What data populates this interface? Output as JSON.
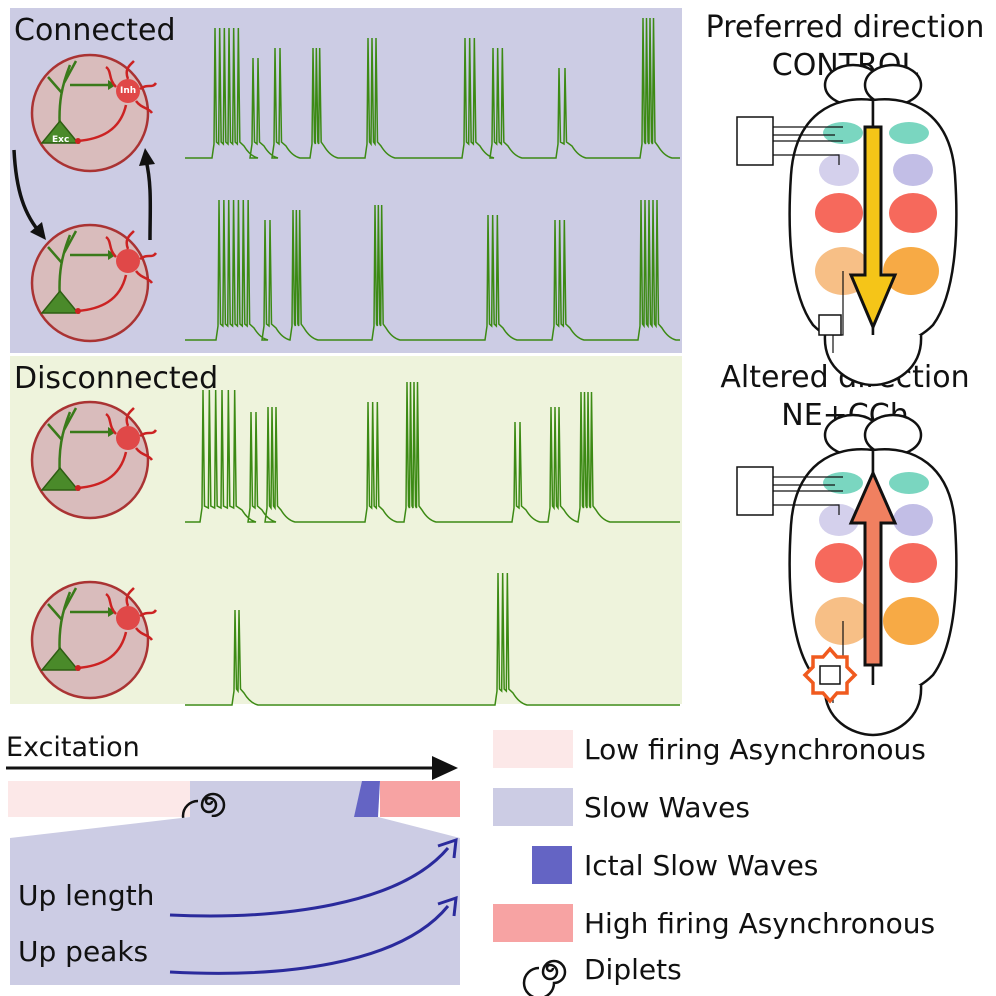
{
  "panels": {
    "connected": {
      "label": "Connected",
      "bg": "#cccce4"
    },
    "disconnected": {
      "label": "Disconnected",
      "bg": "#eef3dc"
    }
  },
  "circuit": {
    "exc_label": "Exc",
    "inh_label": "Inh"
  },
  "brains": {
    "control": {
      "line1": "Preferred direction",
      "line2": "CONTROL",
      "arrow_color": "#f5c518"
    },
    "altered": {
      "line1": "Altered direction",
      "line2": "NE+CCh",
      "arrow_color": "#f08060"
    }
  },
  "excitation": {
    "label": "Excitation"
  },
  "zoom": {
    "up_length": "Up length",
    "up_peaks": "Up peaks"
  },
  "legend": {
    "low_async": "Low firing Asynchronous",
    "slow_waves": "Slow Waves",
    "ictal": "Ictal Slow Waves",
    "high_async": "High firing Asynchronous",
    "diplets": "Diplets"
  },
  "colors": {
    "low_async": "#fce8e8",
    "slow_waves": "#cccce4",
    "ictal": "#6464c4",
    "high_async": "#f7a3a3",
    "trace": "#3c8a14"
  }
}
